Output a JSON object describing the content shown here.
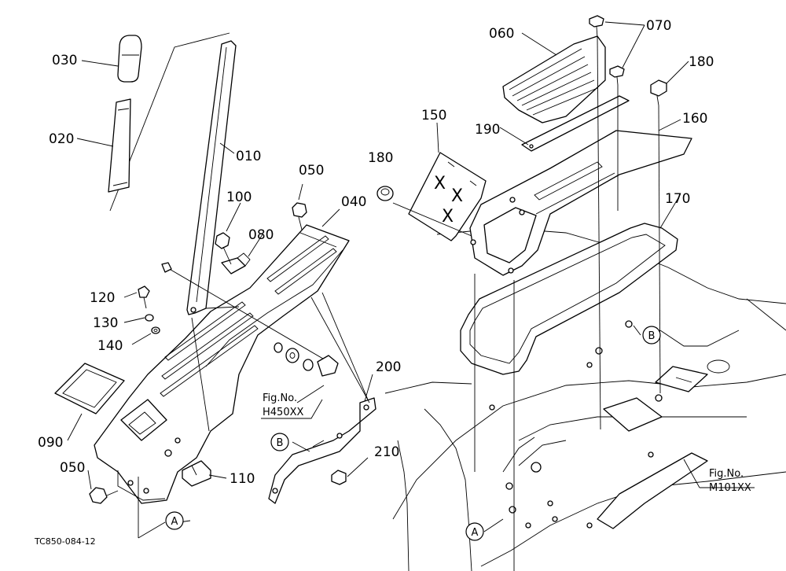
{
  "diagram": {
    "caption": "TC850-084-12",
    "parts": {
      "p010": "010",
      "p020": "020",
      "p030": "030",
      "p040": "040",
      "p050a": "050",
      "p050b": "050",
      "p060": "060",
      "p070": "070",
      "p080": "080",
      "p090": "090",
      "p100": "100",
      "p110": "110",
      "p120": "120",
      "p130": "130",
      "p140": "140",
      "p150": "150",
      "p160": "160",
      "p170": "170",
      "p180a": "180",
      "p180b": "180",
      "p190": "190",
      "p200": "200",
      "p210": "210"
    },
    "refs": {
      "a1": "A",
      "a2": "A",
      "b1": "B",
      "b2": "B"
    },
    "figrefs": {
      "h450_line1": "Fig.No.",
      "h450_line2": "H450XX",
      "m101_line1": "Fig.No.",
      "m101_line2": "M101XX"
    },
    "marks": {
      "x": "X"
    }
  }
}
